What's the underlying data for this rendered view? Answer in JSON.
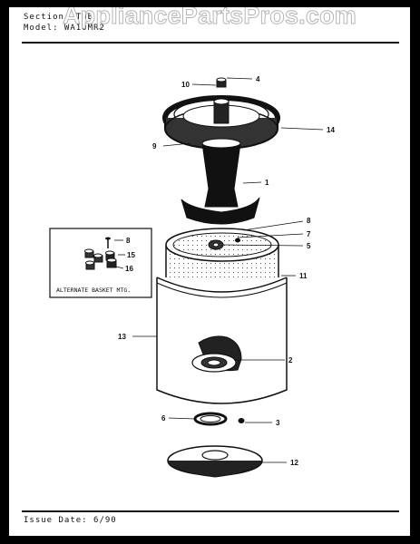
{
  "header": {
    "section": "Section: TUB",
    "model": "Model: WA10MR2"
  },
  "watermark": "AppliancePartsPros.com",
  "footer": {
    "issue_date": "Issue Date: 6/90"
  },
  "inset": {
    "caption": "ALTERNATE BASKET MTG."
  },
  "callouts": {
    "c1": "1",
    "c2": "2",
    "c3": "3",
    "c4": "4",
    "c5": "5",
    "c6": "6",
    "c7": "7",
    "c8": "8",
    "c8b": "8",
    "c9": "9",
    "c10": "10",
    "c11": "11",
    "c12": "12",
    "c13": "13",
    "c14": "14",
    "c15": "15",
    "c16": "16"
  }
}
